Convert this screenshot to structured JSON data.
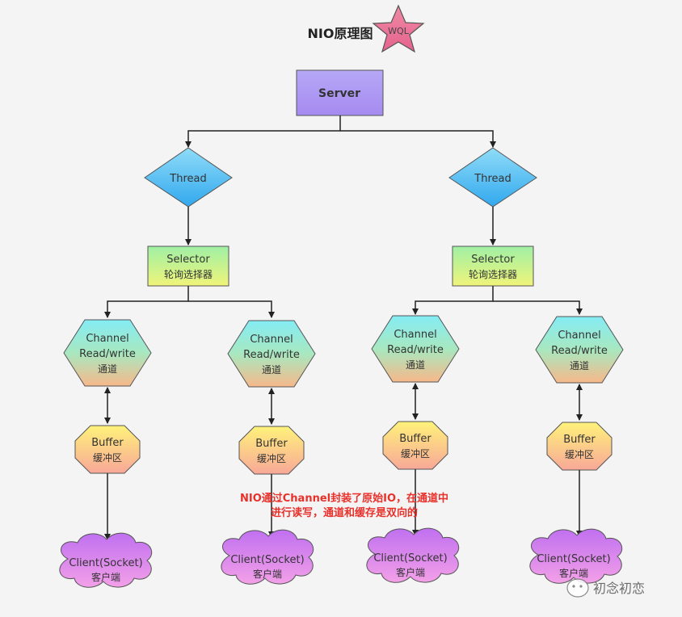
{
  "title": "NIO原理图",
  "star_label": "WQL",
  "server": "Server",
  "thread": "Thread",
  "selector": {
    "line1": "Selector",
    "line2": "轮询选择器"
  },
  "channel": {
    "line1": "Channel",
    "line2": "Read/write",
    "line3": "通道"
  },
  "buffer": {
    "line1": "Buffer",
    "line2": "缓冲区"
  },
  "client": {
    "line1": "Client(Socket)",
    "line2": "客户端"
  },
  "note": {
    "line1": "NIO通过Channel封装了原始IO，在通道中",
    "line2": "进行读写，通道和缓存是双向的"
  },
  "watermark": "初念初恋",
  "colors": {
    "note": "#e8312b",
    "line": "#222222",
    "text": "#333333"
  }
}
